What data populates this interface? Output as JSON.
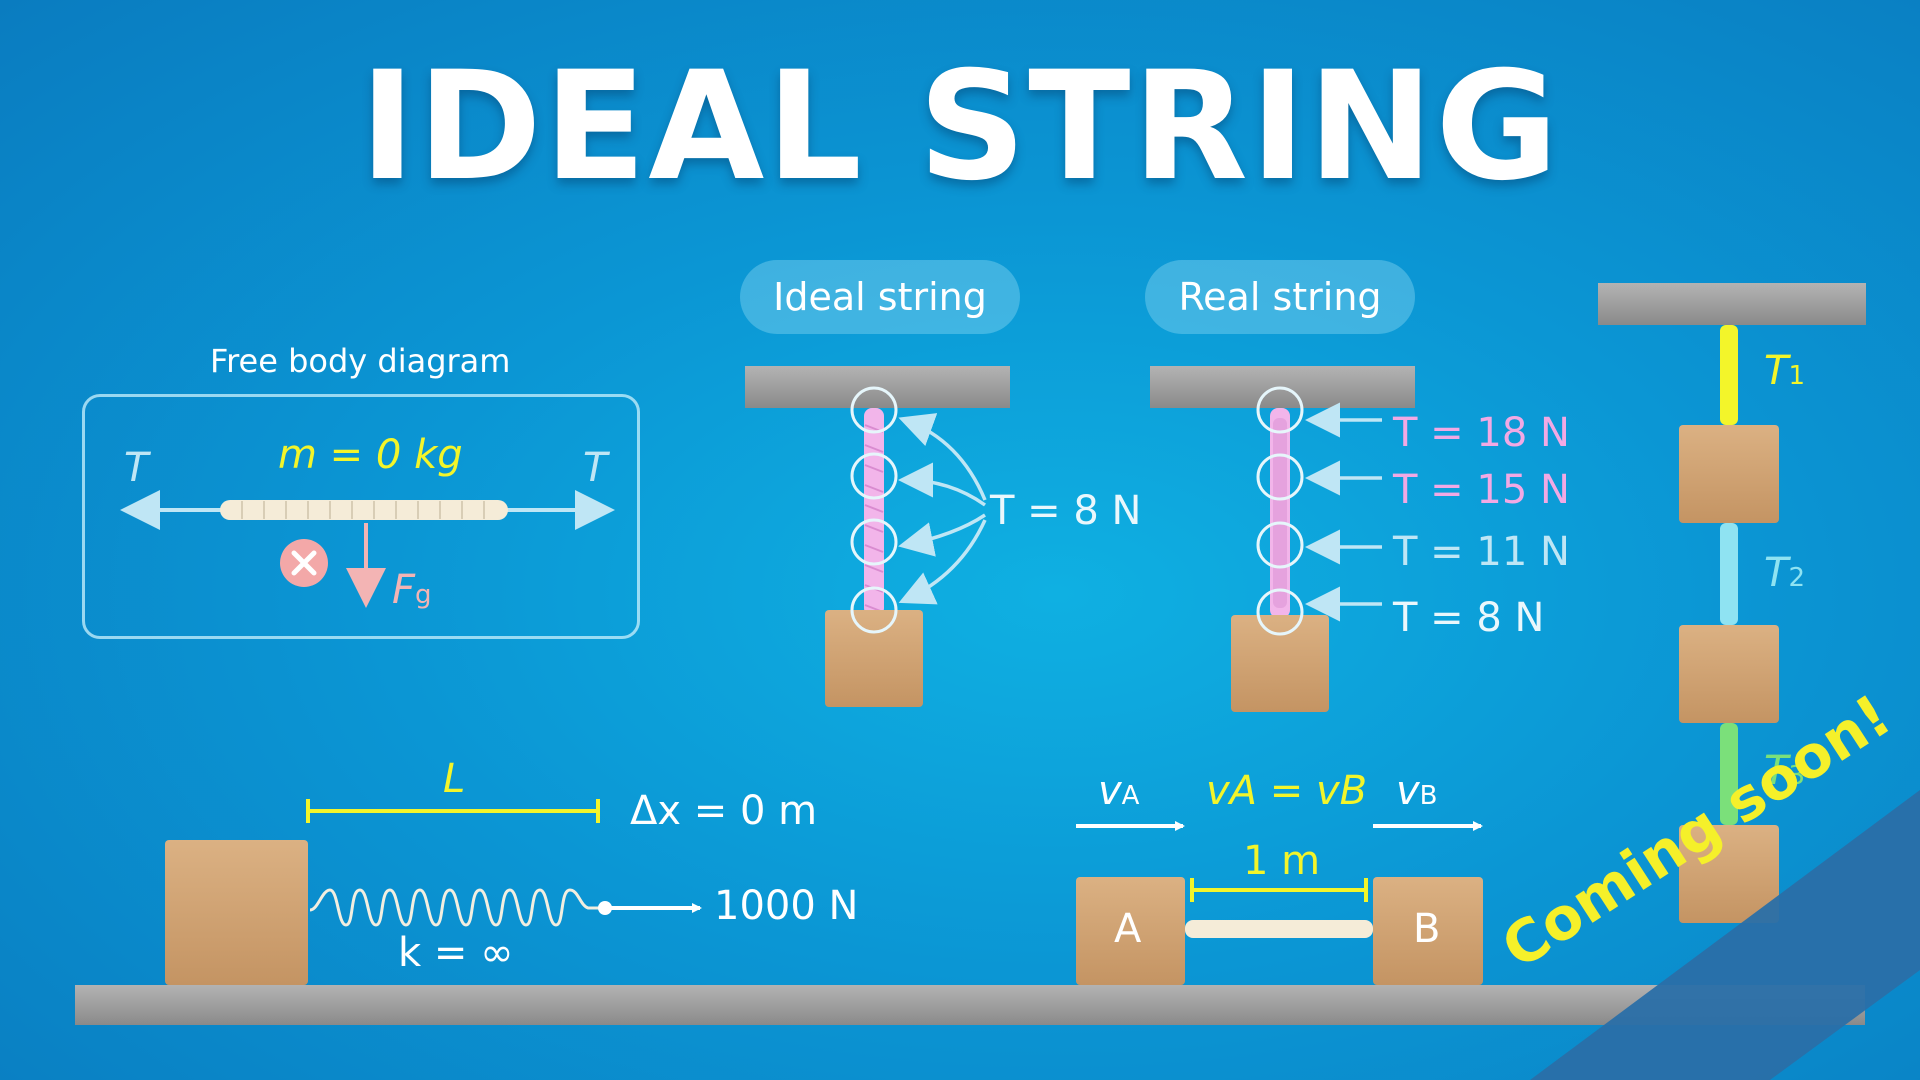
{
  "title": "IDEAL STRING",
  "free_body": {
    "caption": "Free body diagram",
    "mass_label": "m = 0 kg",
    "left_T": "T",
    "right_T": "T",
    "gravity_label": "F",
    "gravity_sub": "g"
  },
  "ideal": {
    "pill": "Ideal string",
    "tension": "T = 8 N"
  },
  "real": {
    "pill": "Real string",
    "tensions": [
      "T = 18 N",
      "T = 15 N",
      "T = 11 N",
      "T = 8 N"
    ]
  },
  "hanging": {
    "labels": [
      {
        "main": "T",
        "sub": "1"
      },
      {
        "main": "T",
        "sub": "2"
      },
      {
        "main": "T",
        "sub": "3"
      }
    ]
  },
  "spring": {
    "length_label": "L",
    "dx_label": "Δx = 0 m",
    "force_label": "1000 N",
    "k_label": "k = ∞"
  },
  "blocks": {
    "vA": {
      "main": "v",
      "sub": "A"
    },
    "vB": {
      "main": "v",
      "sub": "B"
    },
    "equal_label": "vA = vB",
    "distance": "1 m",
    "block_a": "A",
    "block_b": "B"
  },
  "banner": "Coming soon!",
  "colors": {
    "block": "#d2a675",
    "ceiling": "#9b9b9b",
    "yellow": "#f3f52a",
    "pink_string": "#f2b5ea",
    "cyan_string": "#8fe3f2",
    "green_string": "#7be07a",
    "banner_bg": "#2a6fa8",
    "banner_text": "#f5f02a"
  }
}
